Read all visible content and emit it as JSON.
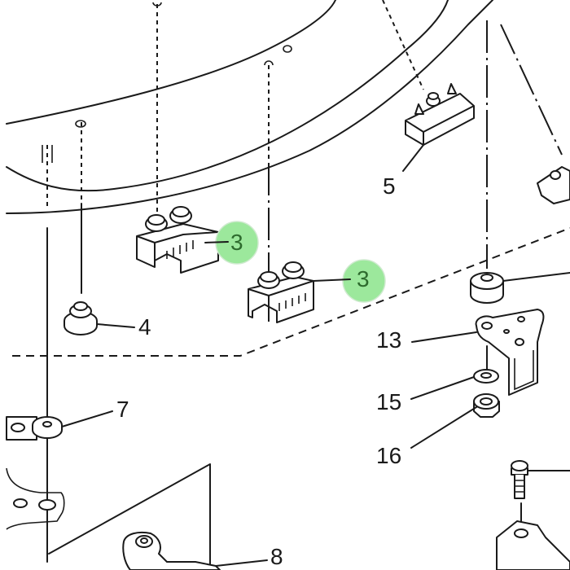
{
  "diagram": {
    "title": "Exploded parts diagram",
    "highlight_color": "#9ce89c",
    "callouts": [
      {
        "id": "callout-3a",
        "number": "3",
        "part": "rubber cable clamp",
        "highlighted": true
      },
      {
        "id": "callout-3b",
        "number": "3",
        "part": "rubber cable clamp",
        "highlighted": true
      },
      {
        "id": "callout-4",
        "number": "4",
        "part": "grommet",
        "highlighted": false
      },
      {
        "id": "callout-5",
        "number": "5",
        "part": "cable holder",
        "highlighted": false
      },
      {
        "id": "callout-7",
        "number": "7",
        "part": "washer",
        "highlighted": false
      },
      {
        "id": "callout-8",
        "number": "8",
        "part": "bracket",
        "highlighted": false
      },
      {
        "id": "callout-13",
        "number": "13",
        "part": "stay bracket",
        "highlighted": false
      },
      {
        "id": "callout-15",
        "number": "15",
        "part": "washer",
        "highlighted": false
      },
      {
        "id": "callout-16",
        "number": "16",
        "part": "nut",
        "highlighted": false
      }
    ]
  }
}
